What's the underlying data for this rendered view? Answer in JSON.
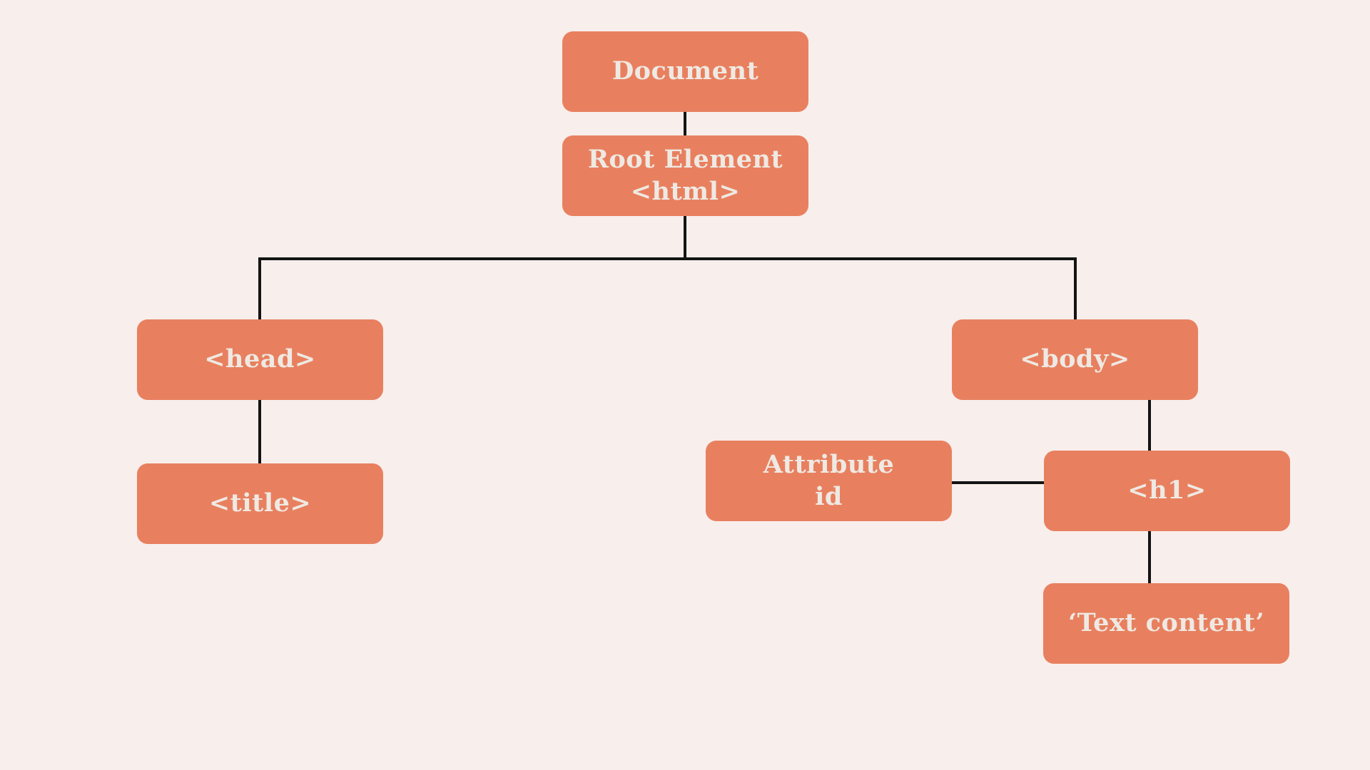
{
  "diagram": {
    "description": "DOM tree structure diagram",
    "colors": {
      "background": "#F8EEEB",
      "node_fill": "#E8805F",
      "node_text": "#EFE9E3",
      "connector": "#131313"
    },
    "nodes": {
      "document": {
        "label": "Document"
      },
      "root": {
        "label": "Root Element\n<html>"
      },
      "head": {
        "label": "<head>"
      },
      "title": {
        "label": "<title>"
      },
      "body": {
        "label": "<body>"
      },
      "attribute": {
        "label": "Attribute\nid"
      },
      "h1": {
        "label": "<h1>"
      },
      "text_content": {
        "label": "‘Text content’"
      }
    },
    "edges": [
      "document-root",
      "root-head",
      "root-body",
      "head-title",
      "body-h1",
      "attribute-h1",
      "h1-text_content"
    ]
  }
}
